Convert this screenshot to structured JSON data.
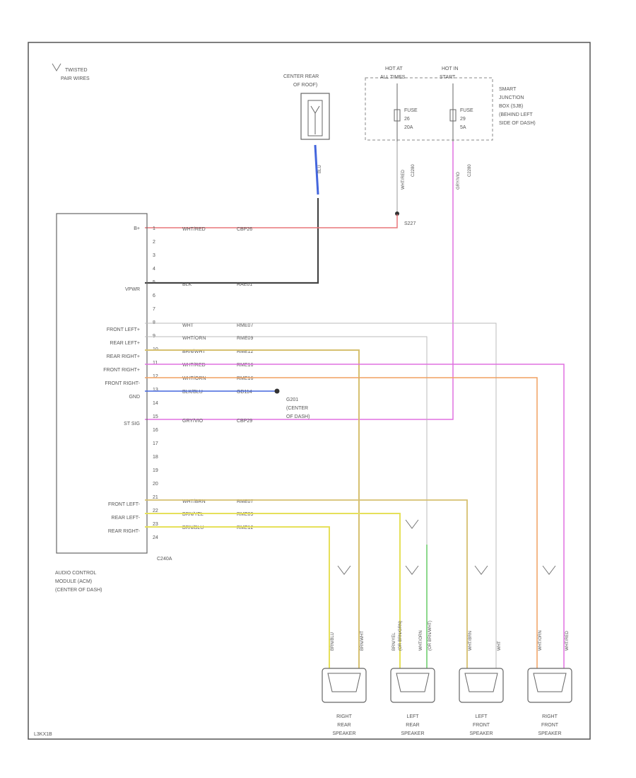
{
  "legend": {
    "line1": "TWISTED",
    "line2": "PAIR WIRES"
  },
  "antenna": {
    "title_line1": "CENTER REAR",
    "title_line2": "OF ROOF)",
    "wire_label": "BLU"
  },
  "junction_box": {
    "hot_at_col1_line1": "HOT AT",
    "hot_at_col1_line2": "ALL TIMES",
    "hot_at_col2_line1": "HOT IN",
    "hot_at_col2_line2": "START",
    "fuse1_line1": "FUSE",
    "fuse1_line2": "26",
    "fuse1_line3": "20A",
    "fuse2_line1": "FUSE",
    "fuse2_line2": "29",
    "fuse2_line3": "5A",
    "desc_line1": "SMART",
    "desc_line2": "JUNCTION",
    "desc_line3": "BOX (SJB)",
    "desc_line4": "(BEHIND LEFT",
    "desc_line5": "SIDE OF DASH)",
    "wire1": "WHT/RED",
    "conn1": "C2280",
    "wire2": "GRY/VIO",
    "conn2": "C2280",
    "splice": "S227"
  },
  "module": {
    "desc_line1": "AUDIO CONTROL",
    "desc_line2": "MODULE (ACM)",
    "desc_line3": "(CENTER OF DASH)",
    "connector": "C240A",
    "labels": [
      "B+",
      "",
      "",
      "",
      "VPWR",
      "",
      "",
      "FRONT LEFT+",
      "REAR LEFT+",
      "REAR RIGHT+",
      "FRONT RIGHT+",
      "FRONT RIGHT-",
      "GND",
      "",
      "ST SIG",
      "",
      "",
      "",
      "",
      "",
      "FRONT LEFT-",
      "REAR LEFT-",
      "REAR RIGHT-",
      ""
    ],
    "pins": [
      "1",
      "2",
      "3",
      "4",
      "5",
      "6",
      "7",
      "8",
      "9",
      "10",
      "11",
      "12",
      "13",
      "14",
      "15",
      "16",
      "17",
      "18",
      "19",
      "20",
      "21",
      "22",
      "23",
      "24"
    ]
  },
  "wires": {
    "b_plus": {
      "color": "WHT/RED",
      "code": "CBP26"
    },
    "vpwr": {
      "color": "BLK",
      "code": "RAE01"
    },
    "front_left_plus": {
      "color": "WHT",
      "code": "RME07"
    },
    "rear_left_plus": {
      "color": "WHT/ORN",
      "code": "RME09"
    },
    "rear_right_plus": {
      "color": "BRN/WHT",
      "code": "RME12"
    },
    "front_right_plus": {
      "color": "WHT/RED",
      "code": "RME16"
    },
    "front_right_minus": {
      "color": "WHT/ORN",
      "code": "RME16"
    },
    "gnd": {
      "color": "BLK/BLU",
      "code": "GD114"
    },
    "st_sig": {
      "color": "GRY/VIO",
      "code": "CBP29"
    },
    "front_left_minus": {
      "color": "WHT/BRN",
      "code": "RME07"
    },
    "rear_left_minus": {
      "color": "BRN/YEL",
      "code": "RME09"
    },
    "rear_right_minus": {
      "color": "BRN/BLU",
      "code": "RME12"
    }
  },
  "ground": {
    "label": "G201",
    "line2": "(CENTER",
    "line3": "OF DASH)"
  },
  "speaker_wires": {
    "rr_a": "BRN/BLU",
    "rr_b": "BRN/WHT",
    "lr_a1": "BRN/YEL",
    "lr_a2": "(OR BRN/GRN)",
    "lr_b1": "WHT/ORN",
    "lr_b2": "(OR BRN/WHT)",
    "lf_a": "WHT/BRN",
    "lf_b": "WHT",
    "rf_a": "WHT/ORN",
    "rf_b": "WHT/RED"
  },
  "speakers": [
    {
      "line1": "RIGHT",
      "line2": "REAR",
      "line3": "SPEAKER"
    },
    {
      "line1": "LEFT",
      "line2": "REAR",
      "line3": "SPEAKER"
    },
    {
      "line1": "LEFT",
      "line2": "FRONT",
      "line3": "SPEAKER"
    },
    {
      "line1": "RIGHT",
      "line2": "FRONT",
      "line3": "SPEAKER"
    }
  ],
  "footer": {
    "code": "L3KX1B"
  },
  "colors": {
    "red": "#e8767a",
    "black": "#444444",
    "blue": "#4466dd",
    "pink": "#e070e0",
    "yellow": "#e6e05a",
    "tan": "#d6c070",
    "orange": "#f0a060",
    "green": "#66cc66",
    "gray": "#bbbbbb",
    "brown": "#b88a4a"
  }
}
